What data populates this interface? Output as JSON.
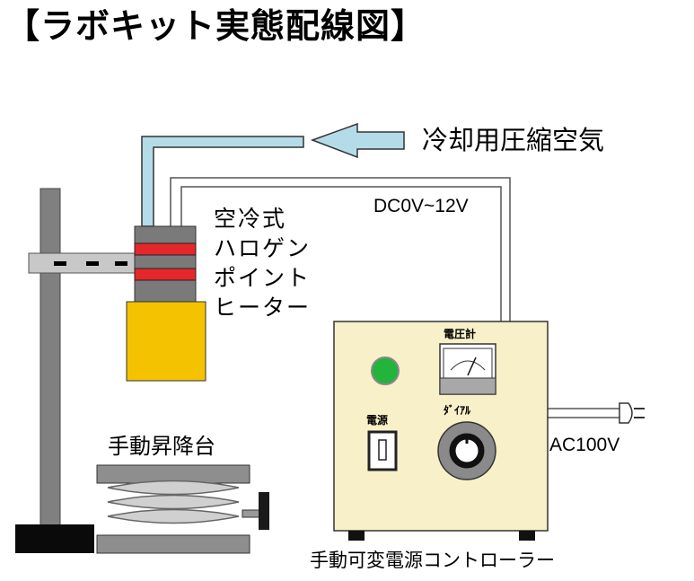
{
  "title": "【ラボキット実態配線図】",
  "labels": {
    "coolant_air": "冷却用圧縮空気",
    "voltage_range": "DC0V~12V",
    "heater_lines": [
      "空冷式",
      "ハロゲン",
      "ポイント",
      "ヒーター"
    ],
    "ac_input": "AC100V",
    "lab_jack": "手動昇降台",
    "controller": "手動可変電源コントローラー",
    "voltmeter": "電圧計",
    "power_switch": "電源",
    "dial": "ﾀﾞｲｱﾙ"
  },
  "colors": {
    "air_tube": "#b4dce8",
    "heater_body": "#7a7a7a",
    "heater_bands": "#e5272b",
    "heater_base": "#f5c200",
    "controller_box": "#f7f0c8",
    "power_led": "#23b43c",
    "stand": "#808080",
    "jack": "#8e8e8e"
  }
}
